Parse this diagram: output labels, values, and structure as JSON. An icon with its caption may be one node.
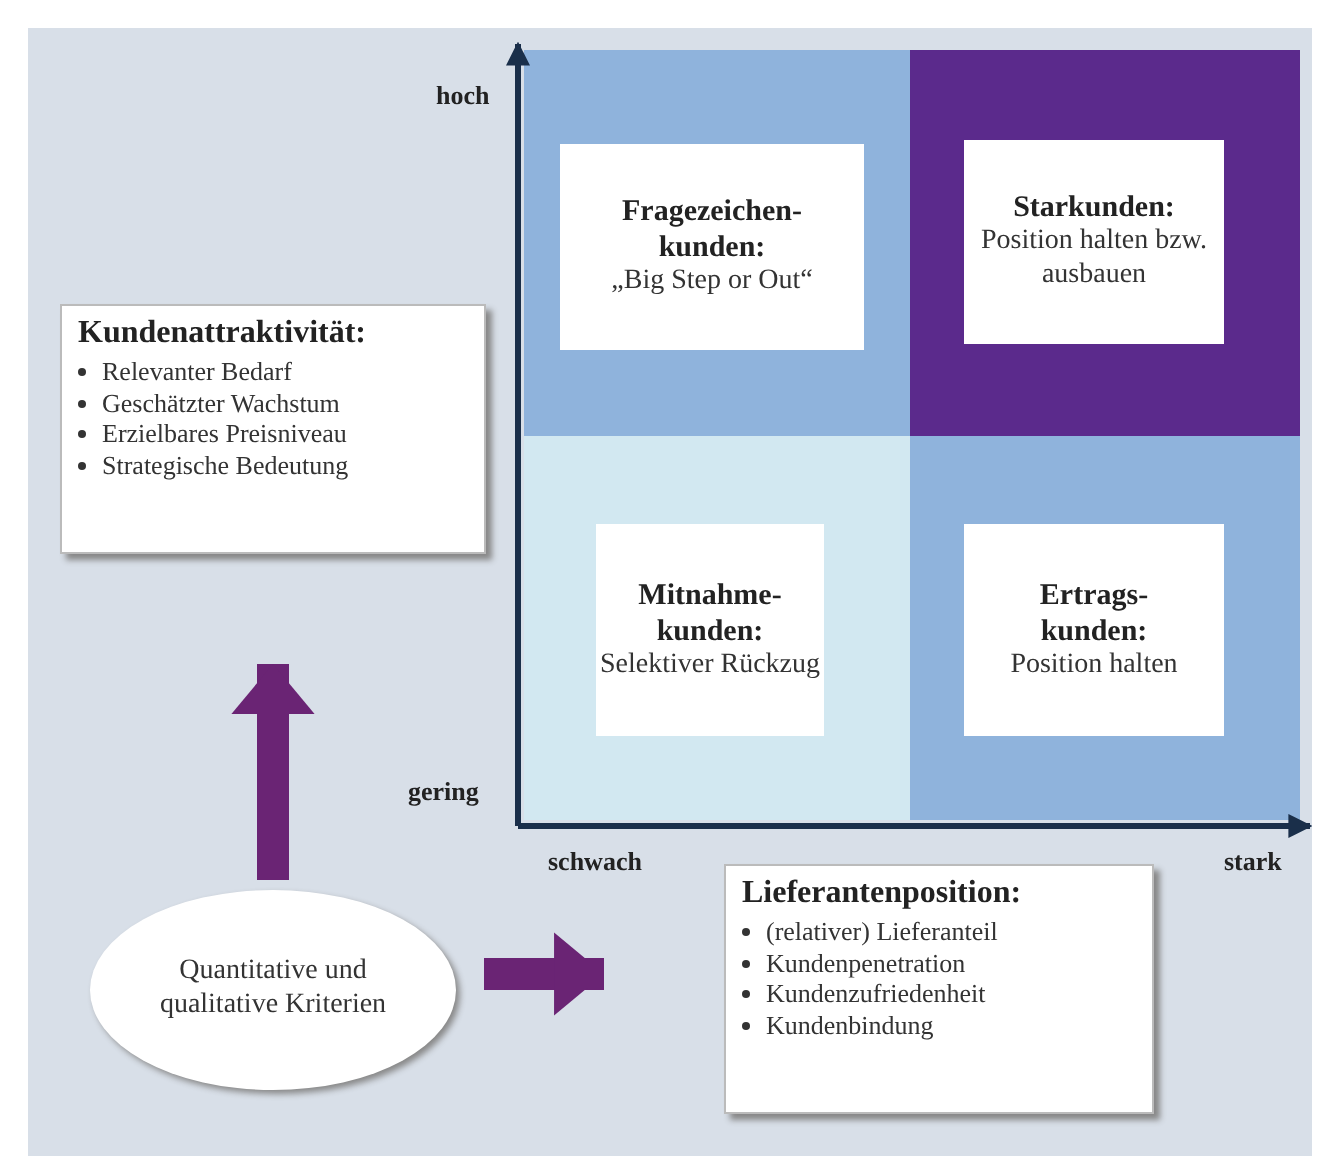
{
  "diagram": {
    "nodes": [
      {
        "text": [
          "Kundenattraktivität:",
          "Relevanter Bedarf",
          "Geschätzter Wachstum",
          "Erzielbares Preisniveau",
          "Strategische Bedeutung"
        ]
      },
      {
        "text": [
          "Fragezeichen-kunden:",
          "„Big Step or Out“"
        ]
      },
      {
        "text": [
          "Starkunden:",
          "Position halten bzw. ausbauen"
        ]
      },
      {
        "text": [
          "Mitnahme-kunden:",
          "Selektiver Rückzug"
        ]
      },
      {
        "text": [
          "Ertrags-kunden:",
          "Position halten"
        ]
      },
      {
        "text": [
          "Quantitative und qualitative Kriterien"
        ]
      },
      {
        "text": [
          "Lieferantenposition:",
          "(relativer) Lieferanteil",
          "Kundenpenetration",
          "Kundenzufriedenheit",
          "Kundenbindung"
        ]
      }
    ],
    "edges": [
      {
        "from": 5,
        "to": 0,
        "arrow": "to"
      },
      {
        "from": 5,
        "to": 6,
        "arrow": "to"
      }
    ],
    "labels": [
      "hoch",
      "gering",
      "schwach",
      "stark"
    ]
  }
}
